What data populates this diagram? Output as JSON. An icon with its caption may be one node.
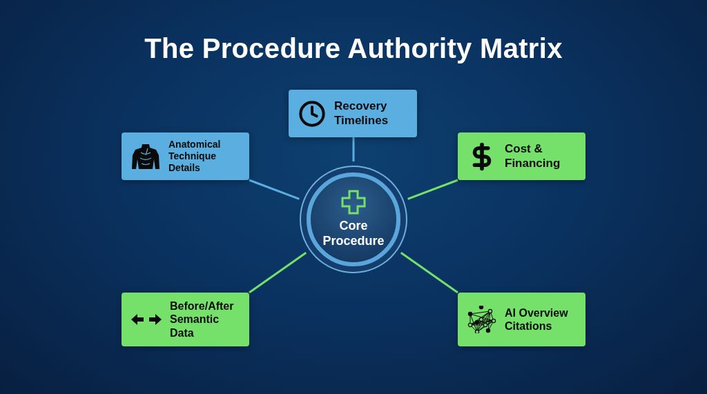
{
  "diagram": {
    "title": "The Procedure Authority Matrix",
    "nodes": [
      {
        "text": [
          "Recovery Timelines"
        ]
      },
      {
        "text": [
          "Anatomical Technique Details"
        ]
      },
      {
        "text": [
          "Cost & Financing"
        ]
      },
      {
        "text": [
          "Core Procedure"
        ]
      },
      {
        "text": [
          "Before/After Semantic Data"
        ]
      },
      {
        "text": [
          "AI Overview Citations"
        ]
      }
    ],
    "edges": [
      {
        "from": 3,
        "to": 0,
        "arrow": "none",
        "color": "#5aaee0"
      },
      {
        "from": 3,
        "to": 1,
        "arrow": "none",
        "color": "#5aaee0"
      },
      {
        "from": 3,
        "to": 2,
        "arrow": "none"
      },
      {
        "from": 3,
        "to": 4,
        "arrow": "none"
      },
      {
        "from": 3,
        "to": 5,
        "arrow": "none"
      }
    ]
  }
}
